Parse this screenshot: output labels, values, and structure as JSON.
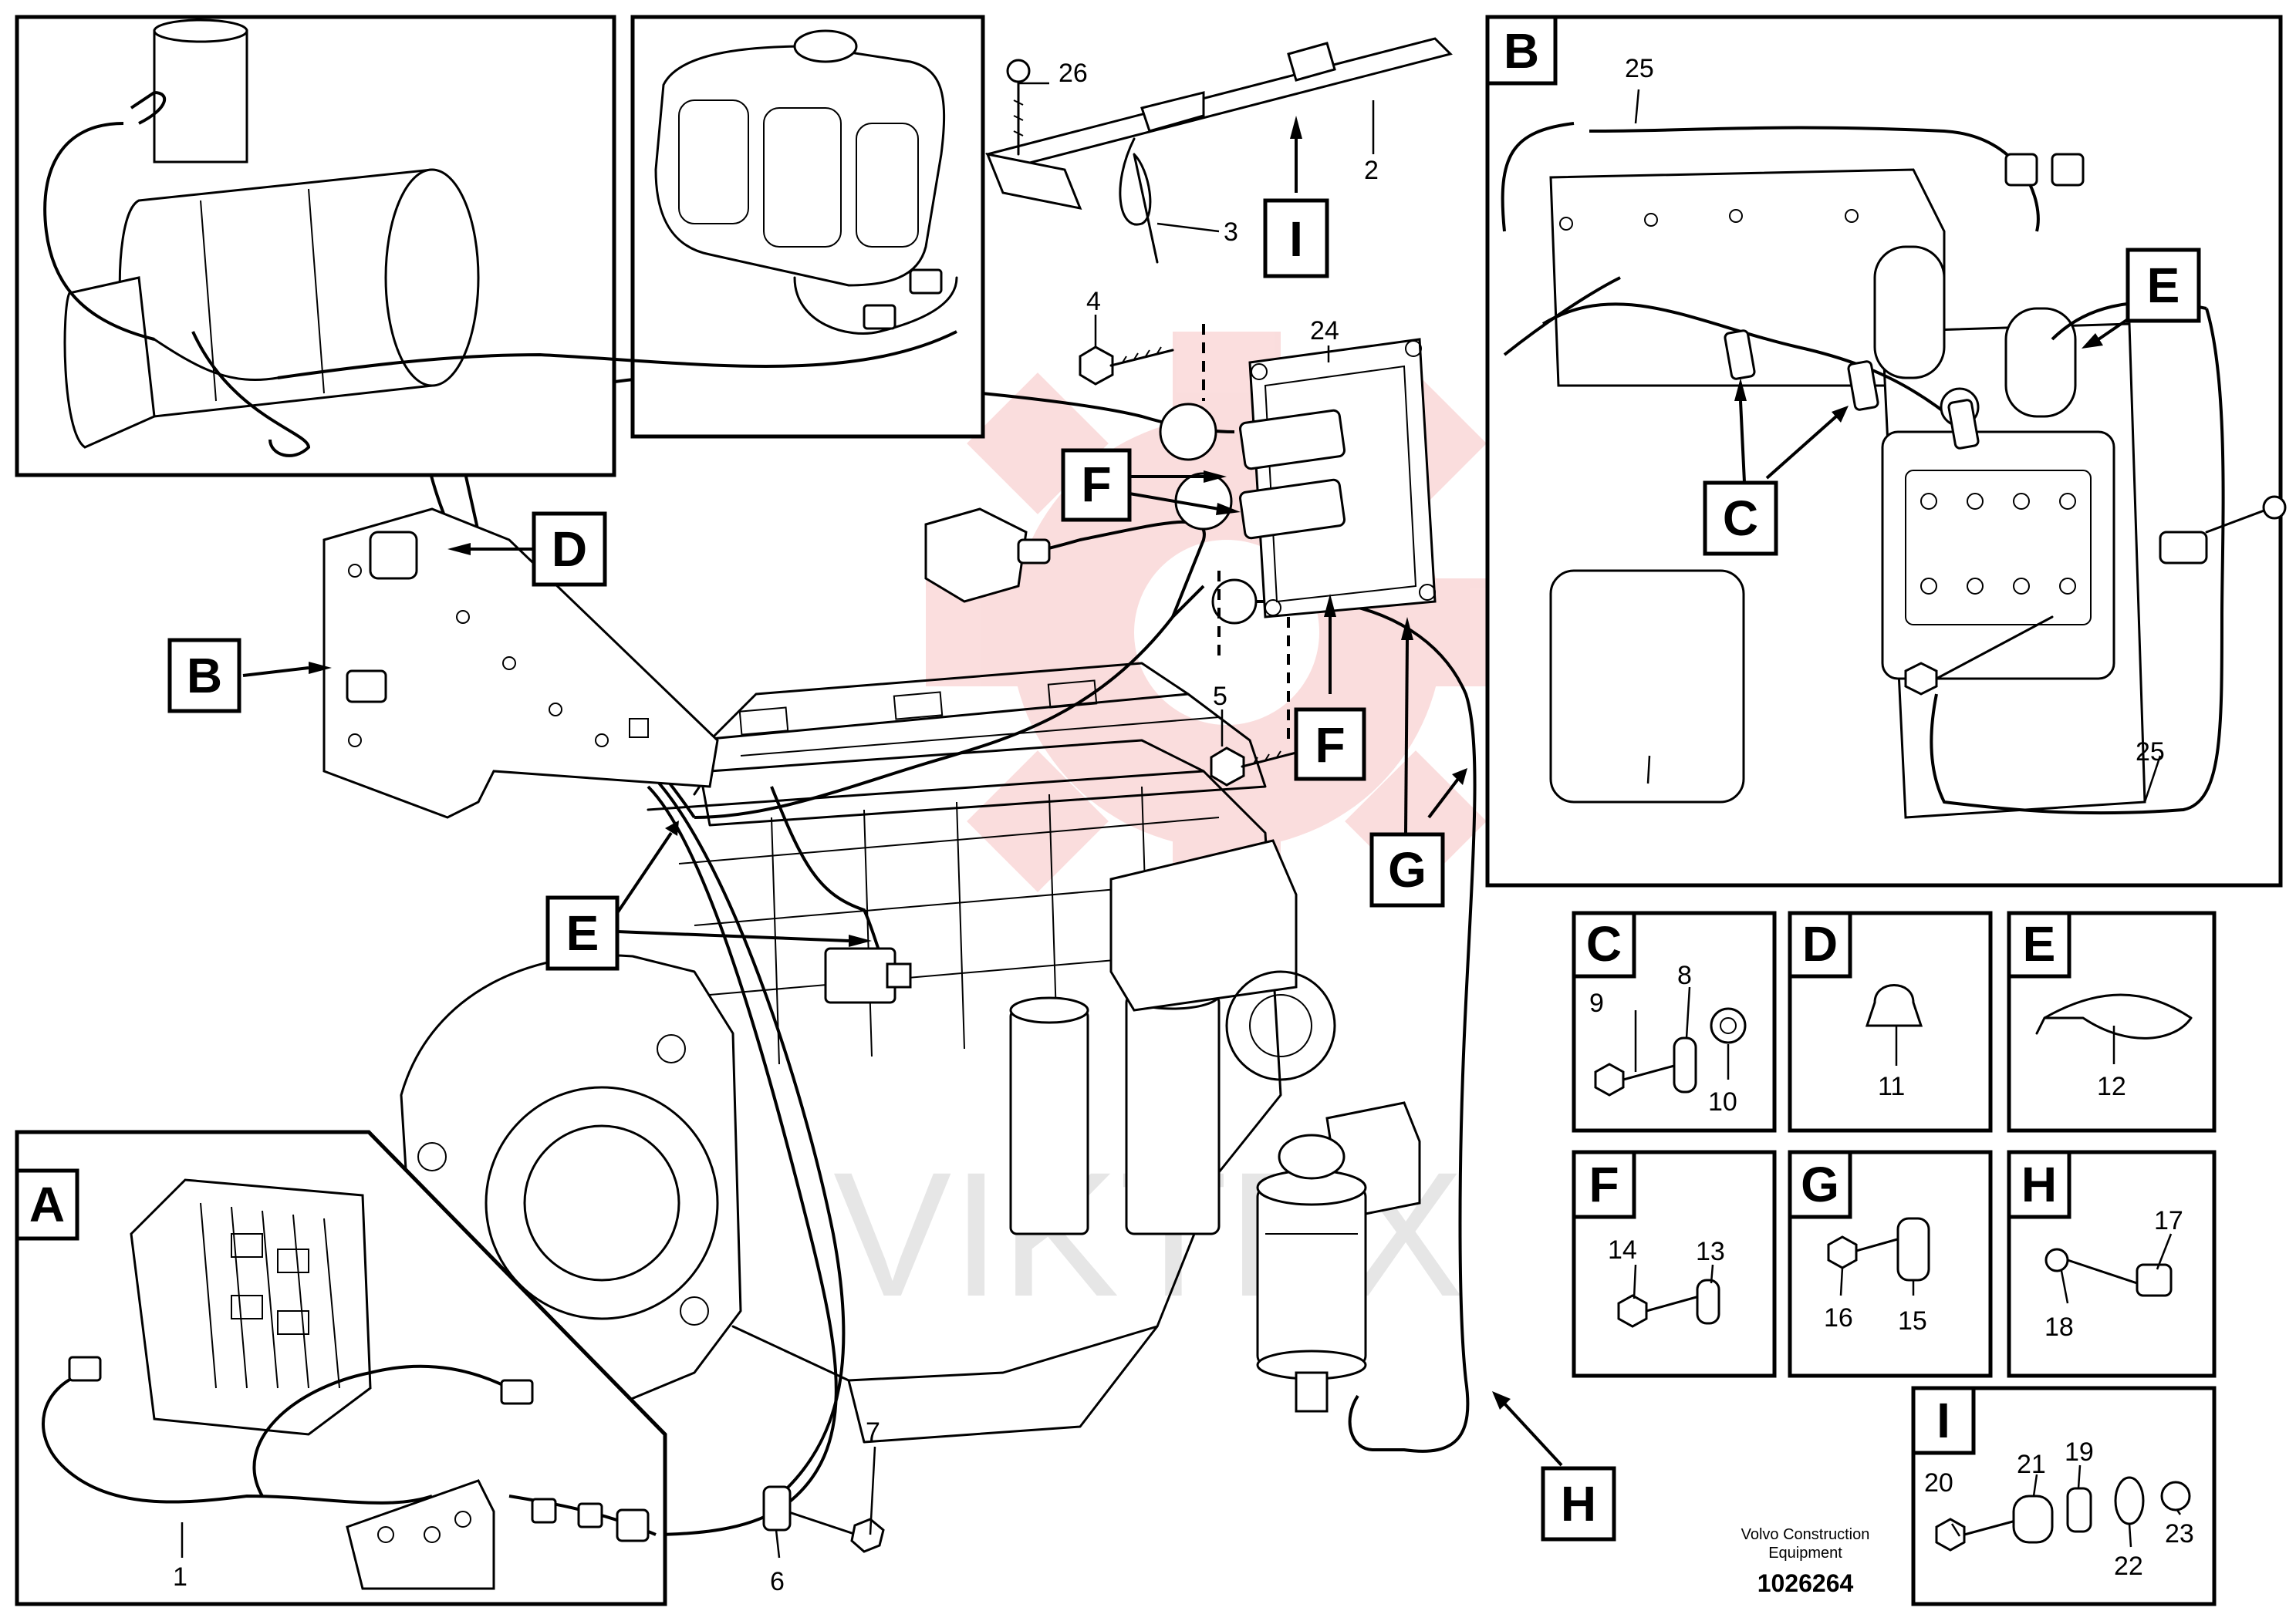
{
  "panel_labels": {
    "A": "A",
    "B": "B",
    "C": "C",
    "D": "D",
    "E": "E",
    "F": "F",
    "G": "G",
    "H": "H",
    "I": "I"
  },
  "callout_labels": {
    "B": "B",
    "D": "D",
    "E": "E",
    "F": "F",
    "G": "G",
    "H": "H",
    "I": "I",
    "C": "C"
  },
  "part_numbers": {
    "p1": "1",
    "p2": "2",
    "p3": "3",
    "p4": "4",
    "p5": "5",
    "p6": "6",
    "p7": "7",
    "p8": "8",
    "p9": "9",
    "p10": "10",
    "p11": "11",
    "p12": "12",
    "p13": "13",
    "p14": "14",
    "p15": "15",
    "p16": "16",
    "p17": "17",
    "p18": "18",
    "p19": "19",
    "p20": "20",
    "p21": "21",
    "p22": "22",
    "p23": "23",
    "p24": "24",
    "p25a": "25",
    "p25b": "25",
    "p26": "26"
  },
  "footer": {
    "brand_line1": "Volvo Construction",
    "brand_line2": "Equipment",
    "reference": "1026264"
  },
  "watermark": {
    "text": "VIKTEX",
    "gear_color": "#f7c3c3",
    "text_color": "#d7d7d7"
  }
}
